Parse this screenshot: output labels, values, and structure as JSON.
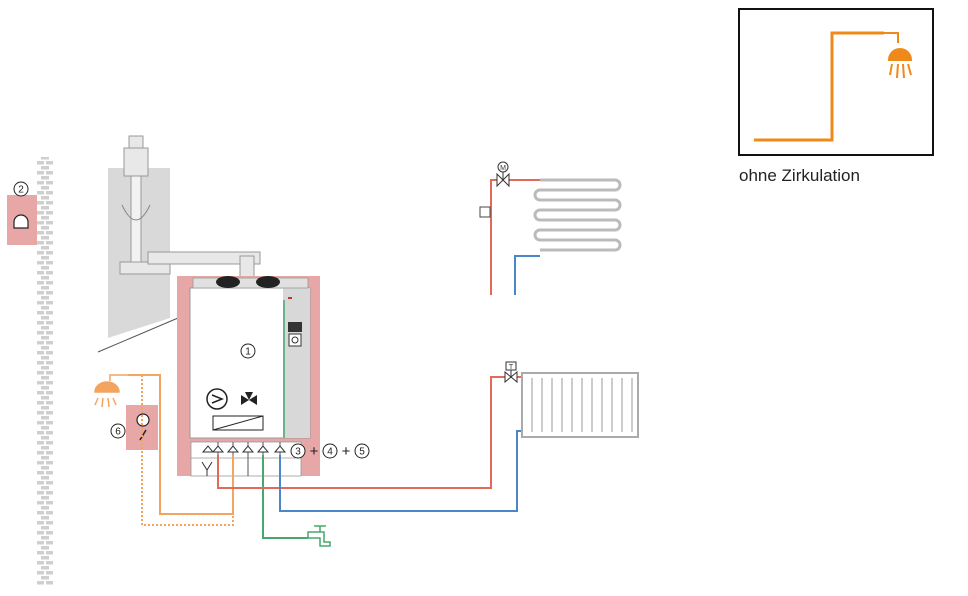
{
  "caption": "ohne Zirkulation",
  "labels": {
    "n1": "1",
    "n2": "2",
    "n3": "3",
    "n4": "4",
    "n5": "5",
    "n6": "6",
    "plus": "+",
    "motor_valve": "M",
    "thermostat_valve": "T"
  },
  "colors": {
    "flow": "#e36a5a",
    "return": "#4a86c8",
    "cold_water": "#46a86e",
    "hot_water": "#f2a460",
    "legend_orange": "#ef8a1a",
    "boiler_zone": "#e6a7a6",
    "wall": "#d9d9d9",
    "flue_pipe": "#bdbdbd"
  },
  "icons": [
    "brick-wall",
    "expansion-tank",
    "flue-pipe",
    "boiler",
    "pump-icon",
    "three-way-valve-icon",
    "shower-icon",
    "tap-icon",
    "underfloor-heating-coil",
    "radiator",
    "mixing-valve-icon",
    "radiator-valve-icon"
  ]
}
